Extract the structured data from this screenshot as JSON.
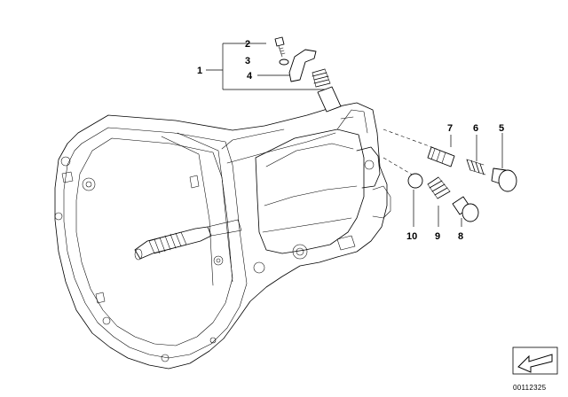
{
  "diagram": {
    "callouts": [
      {
        "id": "1",
        "label": "1"
      },
      {
        "id": "2",
        "label": "2"
      },
      {
        "id": "3",
        "label": "3"
      },
      {
        "id": "4",
        "label": "4"
      },
      {
        "id": "5",
        "label": "5"
      },
      {
        "id": "6",
        "label": "6"
      },
      {
        "id": "7",
        "label": "7"
      },
      {
        "id": "8",
        "label": "8"
      },
      {
        "id": "9",
        "label": "9"
      },
      {
        "id": "10",
        "label": "10"
      }
    ],
    "reference_number": "00112325"
  }
}
